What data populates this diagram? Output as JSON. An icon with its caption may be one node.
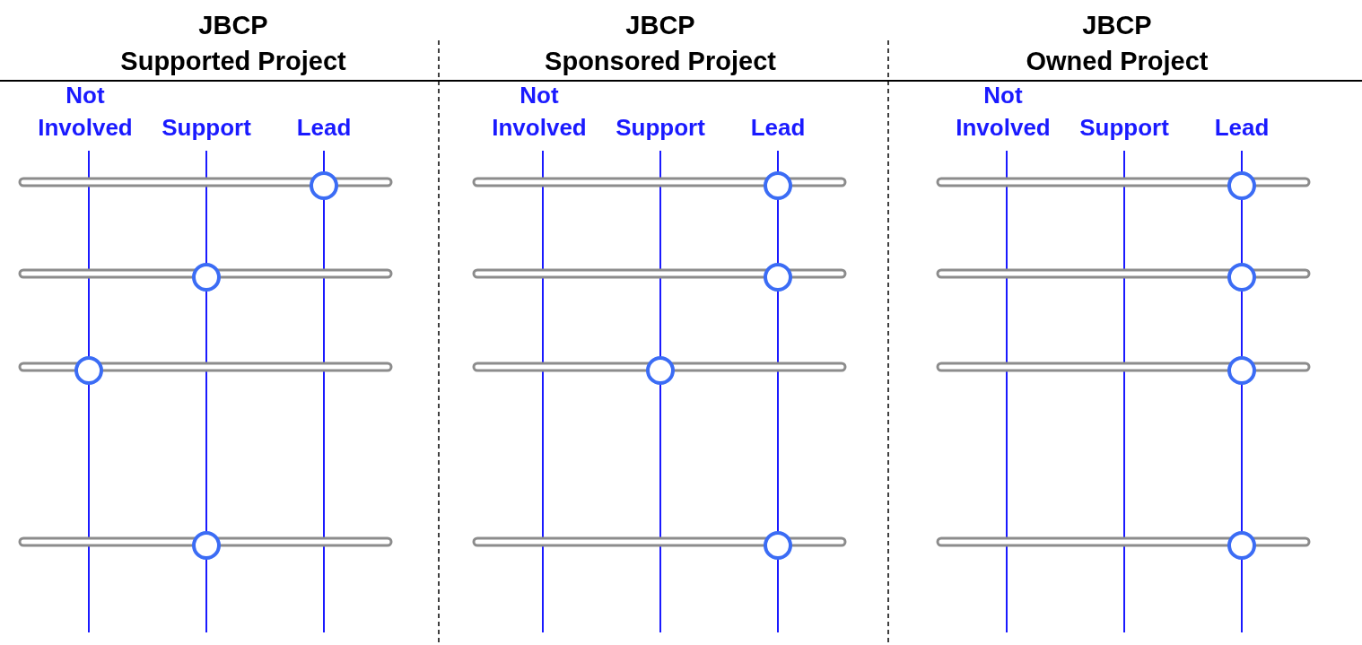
{
  "diagram": {
    "labels": [
      "JBCP Supported Project",
      "JBCP Sponsored Project",
      "JBCP Owned Project",
      "Not Involved",
      "Support",
      "Lead",
      "Not Involved",
      "Support",
      "Lead",
      "Not Involved",
      "Support",
      "Lead"
    ]
  }
}
